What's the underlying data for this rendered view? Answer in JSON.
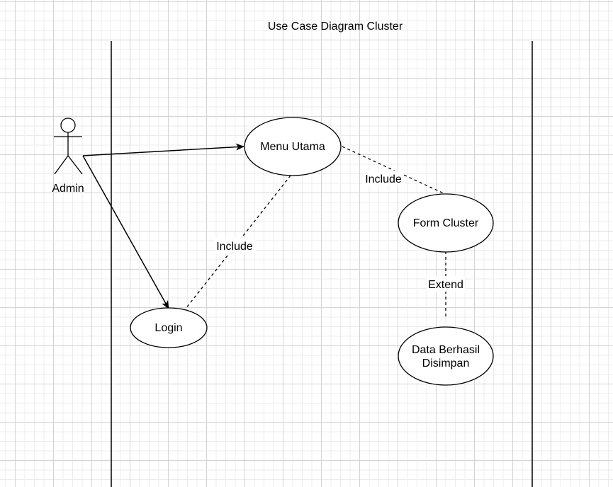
{
  "diagram": {
    "title": "Use Case Diagram Cluster",
    "actor": {
      "label": "Admin"
    },
    "use_cases": {
      "menu_utama": "Menu Utama",
      "login": "Login",
      "form_cluster": "Form Cluster",
      "data_berhasil_line1": "Data Berhasil",
      "data_berhasil_line2": "Disimpan"
    },
    "relations": {
      "include_menu_login": "Include",
      "include_menu_form": "Include",
      "extend_form_data": "Extend"
    }
  }
}
